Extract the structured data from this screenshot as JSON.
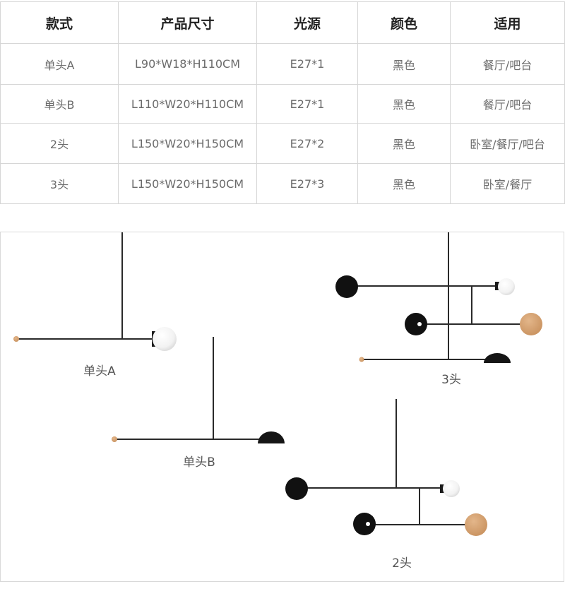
{
  "table": {
    "headers": [
      "款式",
      "产品尺寸",
      "光源",
      "颜色",
      "适用"
    ],
    "rows": [
      [
        "单头A",
        "L90*W18*H110CM",
        "E27*1",
        "黑色",
        "餐厅/吧台"
      ],
      [
        "单头B",
        "L110*W20*H110CM",
        "E27*1",
        "黑色",
        "餐厅/吧台"
      ],
      [
        "2头",
        "L150*W20*H150CM",
        "E27*2",
        "黑色",
        "卧室/餐厅/吧台"
      ],
      [
        "3头",
        "L150*W20*H150CM",
        "E27*3",
        "黑色",
        "卧室/餐厅"
      ]
    ]
  },
  "illustration": {
    "captions": {
      "single_a": "单头A",
      "single_b": "单头B",
      "three_head": "3头",
      "two_head": "2头"
    }
  }
}
